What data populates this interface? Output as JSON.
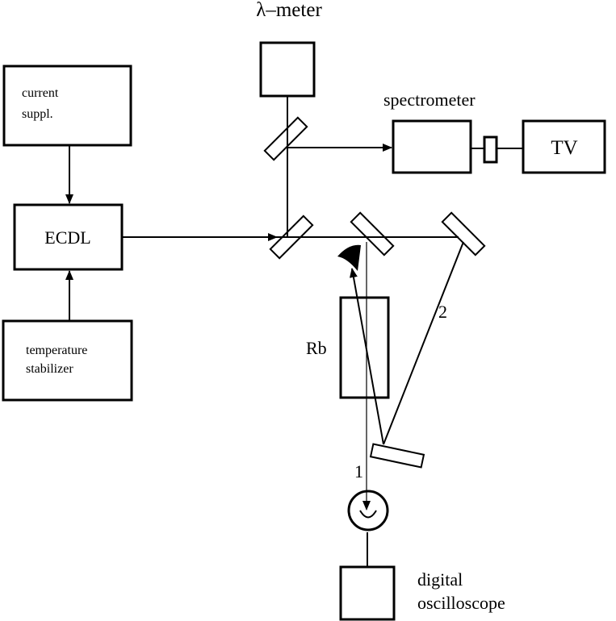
{
  "labels": {
    "lambda_meter": "λ–meter",
    "spectrometer": "spectrometer",
    "tv": "TV",
    "current_supply_line1": "current",
    "current_supply_line2": "suppl.",
    "ecdl": "ECDL",
    "temperature_stabilizer_line1": "temperature",
    "temperature_stabilizer_line2": "stabilizer",
    "rb": "Rb",
    "beam_1": "1",
    "beam_2": "2",
    "digital_oscilloscope_line1": "digital",
    "digital_oscilloscope_line2": "oscilloscope"
  },
  "colors": {
    "ink": "#000000",
    "background": "#ffffff"
  }
}
